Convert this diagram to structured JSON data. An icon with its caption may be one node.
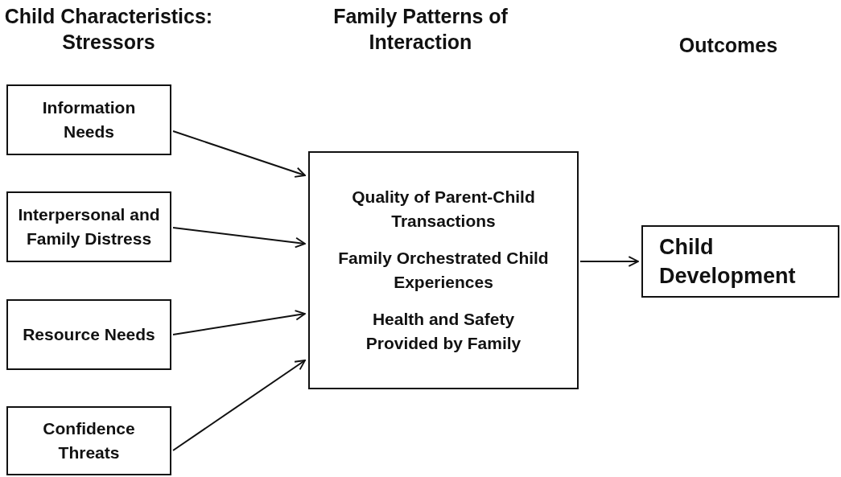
{
  "diagram": {
    "nodes": [
      {
        "text": [
          "Information Needs"
        ]
      },
      {
        "text": [
          "Interpersonal and Family Distress"
        ]
      },
      {
        "text": [
          "Resource Needs"
        ]
      },
      {
        "text": [
          "Confidence Threats"
        ]
      },
      {
        "text": [
          "Quality of Parent-Child Transactions",
          "Family Orchestrated Child Experiences",
          "Health and Safety Provided by Family"
        ]
      },
      {
        "text": [
          "Child Development"
        ]
      }
    ],
    "edges": [
      {
        "from": 0,
        "to": 4,
        "arrow": "to"
      },
      {
        "from": 1,
        "to": 4,
        "arrow": "to"
      },
      {
        "from": 2,
        "to": 4,
        "arrow": "to"
      },
      {
        "from": 3,
        "to": 4,
        "arrow": "to"
      },
      {
        "from": 4,
        "to": 5,
        "arrow": "to"
      }
    ],
    "labels": [
      "Child Characteristics: Stressors",
      "Family Patterns of Interaction",
      "Outcomes"
    ]
  }
}
